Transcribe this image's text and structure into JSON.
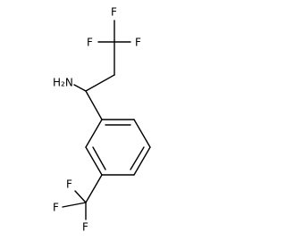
{
  "molecule": {
    "labels": {
      "amine": "H₂N",
      "f_top_1": "F",
      "f_top_2": "F",
      "f_top_3": "F",
      "f_bottom_1": "F",
      "f_bottom_2": "F",
      "f_bottom_3": "F"
    }
  }
}
